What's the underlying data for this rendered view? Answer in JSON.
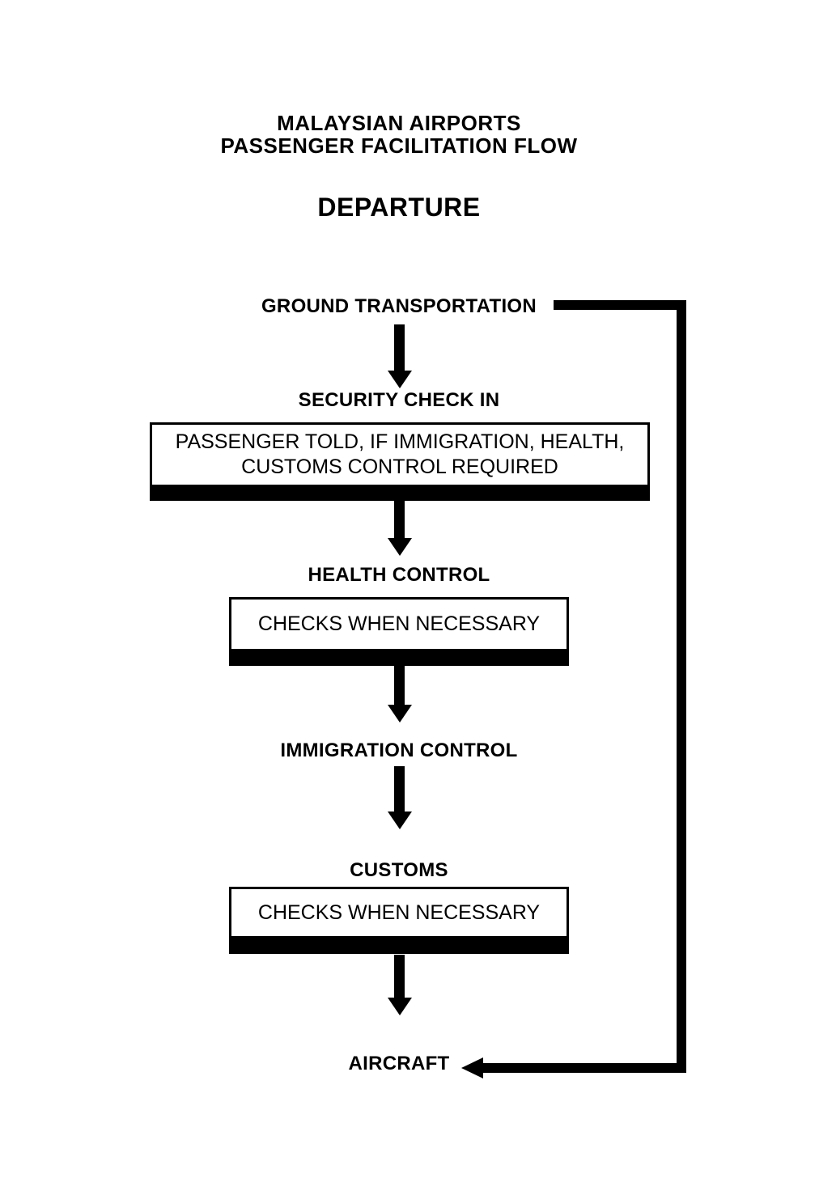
{
  "diagram": {
    "title_line1": "MALAYSIAN AIRPORTS",
    "title_line2": "PASSENGER FACILITATION FLOW",
    "section_title": "DEPARTURE",
    "colors": {
      "ink": "#000000",
      "background": "#ffffff"
    },
    "nodes": [
      {
        "label": "GROUND TRANSPORTATION"
      },
      {
        "label": "SECURITY CHECK IN",
        "note_line1": "PASSENGER TOLD, IF IMMIGRATION, HEALTH,",
        "note_line2": "CUSTOMS CONTROL REQUIRED"
      },
      {
        "label": "HEALTH CONTROL",
        "note_line1": "CHECKS WHEN NECESSARY"
      },
      {
        "label": "IMMIGRATION CONTROL"
      },
      {
        "label": "CUSTOMS",
        "note_line1": "CHECKS WHEN NECESSARY"
      },
      {
        "label": "AIRCRAFT"
      }
    ],
    "edges": [
      {
        "from": "GROUND TRANSPORTATION",
        "to": "SECURITY CHECK IN",
        "type": "down-arrow"
      },
      {
        "from": "SECURITY CHECK IN",
        "to": "HEALTH CONTROL",
        "type": "down-arrow"
      },
      {
        "from": "HEALTH CONTROL",
        "to": "IMMIGRATION CONTROL",
        "type": "down-arrow"
      },
      {
        "from": "IMMIGRATION CONTROL",
        "to": "CUSTOMS",
        "type": "down-arrow"
      },
      {
        "from": "CUSTOMS",
        "to": "AIRCRAFT",
        "type": "down-arrow"
      },
      {
        "from": "GROUND TRANSPORTATION",
        "to": "AIRCRAFT",
        "type": "bypass-right-side"
      }
    ]
  }
}
